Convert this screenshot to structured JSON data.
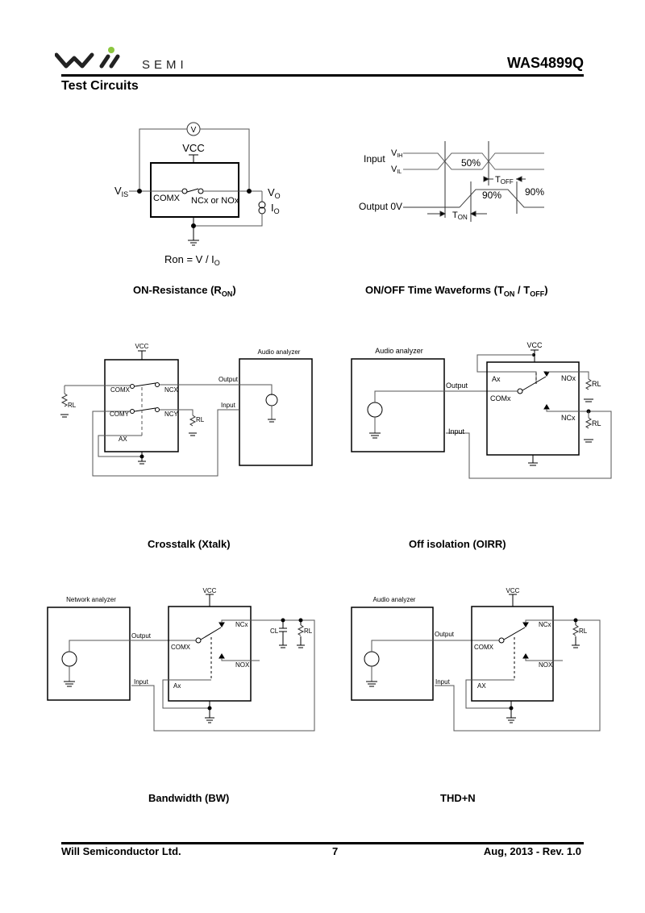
{
  "header": {
    "logo_text": "SEMI",
    "part_number": "WAS4899Q",
    "section_title": "Test Circuits"
  },
  "colors": {
    "logo_dot": "#8cc63f",
    "ink": "#000000",
    "wire": "#555555"
  },
  "figures": {
    "ron": {
      "caption": "ON-Resistance (R",
      "caption_sub": "ON",
      "caption_end": ")",
      "labels": {
        "voltmeter": "V",
        "vcc": "VCC",
        "vis": "V",
        "vis_sub": "IS",
        "comx": "COMX",
        "ncx": "NCx or NOx",
        "vo": "V",
        "vo_sub": "O",
        "io": "I",
        "io_sub": "O",
        "formula": "Ron = V / I",
        "formula_sub": "O"
      }
    },
    "timing": {
      "caption": "ON/OFF Time Waveforms (T",
      "caption_sub1": "ON",
      "caption_mid": " / T",
      "caption_sub2": "OFF",
      "caption_end": ")",
      "labels": {
        "input": "Input",
        "vih": "V",
        "vih_sub": "IH",
        "vil": "V",
        "vil_sub": "IL",
        "pct50": "50%",
        "toff": "T",
        "toff_sub": "OFF",
        "pct90a": "90%",
        "pct90b": "90%",
        "output": "Output 0V",
        "ton": "T",
        "ton_sub": "ON"
      }
    },
    "xtalk": {
      "caption": "Crosstalk (Xtalk)",
      "labels": {
        "vcc": "VCC",
        "analyzer": "Audio analyzer",
        "comx": "COMX",
        "ncx": "NCX",
        "comy": "COMY",
        "ncy": "NCY",
        "ax": "AX",
        "rl1": "RL",
        "rl2": "RL",
        "output": "Output",
        "input": "Input"
      }
    },
    "oirr": {
      "caption": "Off isolation (OIRR)",
      "labels": {
        "vcc": "VCC",
        "analyzer": "Audio analyzer",
        "ax": "Ax",
        "comx": "COMx",
        "nox": "NOx",
        "ncx": "NCx",
        "rl1": "RL",
        "rl2": "RL",
        "output": "Output",
        "input": "Input"
      }
    },
    "bw": {
      "caption": "Bandwidth (BW)",
      "labels": {
        "vcc": "VCC",
        "analyzer": "Network analyzer",
        "ncx": "NCx",
        "nox": "NOX",
        "comx": "COMX",
        "ax": "Ax",
        "cl": "CL",
        "rl": "RL",
        "output": "Output",
        "input": "Input"
      }
    },
    "thd": {
      "caption": "THD+N",
      "labels": {
        "vcc": "VCC",
        "analyzer": "Audio analyzer",
        "ncx": "NCx",
        "nox": "NOX",
        "comx": "COMX",
        "ax": "AX",
        "rl": "RL",
        "output": "Output",
        "input": "Input"
      }
    }
  },
  "footer": {
    "company": "Will Semiconductor Ltd.",
    "page": "7",
    "revision": "Aug, 2013 - Rev. 1.0"
  }
}
